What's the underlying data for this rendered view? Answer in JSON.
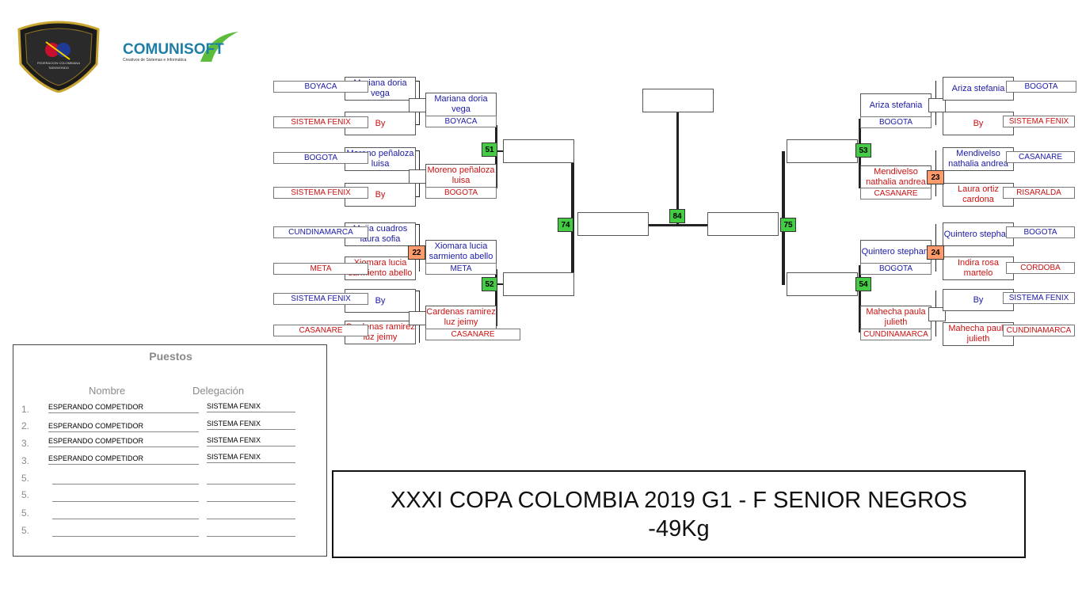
{
  "logos": {
    "federation_text": "FEDERACION COLOMBIANA TAEKWONDO",
    "comunisoft_name": "COMUNISOFT",
    "comunisoft_tagline": "Creativos de Sistemas e Informática"
  },
  "left_round1": [
    {
      "name": "Mariana doria vega",
      "delegation": "BOYACA"
    },
    {
      "name": "By",
      "delegation": "SISTEMA FENIX"
    },
    {
      "name": "Moreno peñaloza luisa",
      "delegation": "BOGOTA"
    },
    {
      "name": "By",
      "delegation": "SISTEMA FENIX"
    },
    {
      "name": "Mejia cuadros laura sofia",
      "delegation": "CUNDINAMARCA"
    },
    {
      "name": "Xiomara lucia sarmiento abello",
      "delegation": "META"
    },
    {
      "name": "By",
      "delegation": "SISTEMA FENIX"
    },
    {
      "name": "Cardenas ramirez luz jeimy",
      "delegation": "CASANARE"
    }
  ],
  "left_round2": [
    {
      "name": "Mariana doria vega",
      "delegation": "BOYACA"
    },
    {
      "name": "Moreno peñaloza luisa",
      "delegation": "BOGOTA"
    },
    {
      "name": "Xiomara lucia sarmiento abello",
      "delegation": "META"
    },
    {
      "name": "Cardenas ramirez luz jeimy",
      "delegation": "CASANARE"
    }
  ],
  "right_round1": [
    {
      "name": "Ariza stefania",
      "delegation": "BOGOTA"
    },
    {
      "name": "By",
      "delegation": "SISTEMA FENIX"
    },
    {
      "name": "Mendivelso nathalia andrea",
      "delegation": "CASANARE"
    },
    {
      "name": "Laura ortiz cardona",
      "delegation": "RISARALDA"
    },
    {
      "name": "Quintero stephani",
      "delegation": "BOGOTA"
    },
    {
      "name": "Indira rosa martelo",
      "delegation": "CORDOBA"
    },
    {
      "name": "By",
      "delegation": "SISTEMA FENIX"
    },
    {
      "name": "Mahecha paula julieth",
      "delegation": "CUNDINAMARCA"
    }
  ],
  "right_round2": [
    {
      "name": "Ariza stefania",
      "delegation": "BOGOTA"
    },
    {
      "name": "Mendivelso nathalia andrea",
      "delegation": "CASANARE"
    },
    {
      "name": "Quintero stephani",
      "delegation": "BOGOTA"
    },
    {
      "name": "Mahecha paula julieth",
      "delegation": "CUNDINAMARCA"
    }
  ],
  "match_numbers": {
    "m22": "22",
    "m23": "23",
    "m24": "24",
    "m51": "51",
    "m52": "52",
    "m53": "53",
    "m54": "54",
    "m74": "74",
    "m75": "75",
    "m84": "84"
  },
  "colors": {
    "blue_competitor": "#1a1aa8",
    "red_competitor": "#cc1111",
    "green_badge": "#44cc44",
    "orange_badge": "#ff9b6a"
  },
  "standings": {
    "title": "Puestos",
    "col_name": "Nombre",
    "col_delegation": "Delegación",
    "rows": [
      {
        "place": "1.",
        "name": "ESPERANDO COMPETIDOR",
        "delegation": "SISTEMA FENIX"
      },
      {
        "place": "2.",
        "name": "ESPERANDO COMPETIDOR",
        "delegation": "SISTEMA FENIX"
      },
      {
        "place": "3.",
        "name": "ESPERANDO COMPETIDOR",
        "delegation": "SISTEMA FENIX"
      },
      {
        "place": "3.",
        "name": "ESPERANDO COMPETIDOR",
        "delegation": "SISTEMA FENIX"
      },
      {
        "place": "5.",
        "name": "",
        "delegation": ""
      },
      {
        "place": "5.",
        "name": "",
        "delegation": ""
      },
      {
        "place": "5.",
        "name": "",
        "delegation": ""
      },
      {
        "place": "5.",
        "name": "",
        "delegation": ""
      }
    ]
  },
  "event": {
    "line1": "XXXI COPA COLOMBIA 2019 G1 - F SENIOR NEGROS",
    "line2": "-49Kg"
  }
}
